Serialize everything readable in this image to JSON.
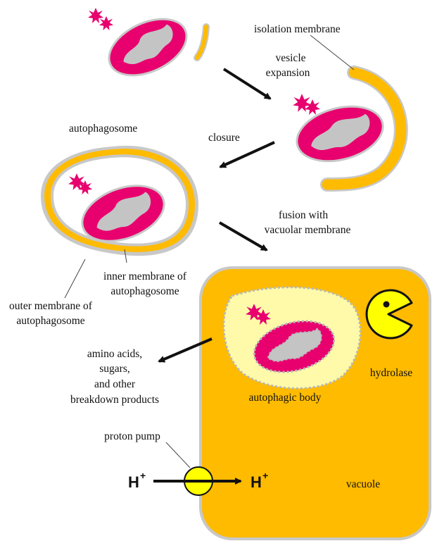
{
  "colors": {
    "membrane_orange": "#ffbb00",
    "membrane_gray": "#c8c8c8",
    "mitochondrion": "#e8006e",
    "mito_inner": "#c4c4c4",
    "vacuole": "#ffbb00",
    "autophagic_body": "#fffaaa",
    "pacman": "#ffff00",
    "proton_pump": "#ffff00",
    "arrow": "#111111"
  },
  "icons": {
    "cargo_particle": "star-burst-icon",
    "organelle": "mitochondrion-icon",
    "hydrolase": "pacman-icon",
    "proton_pump": "circle-pump-icon"
  },
  "labels": {
    "isolation_membrane": "isolation membrane",
    "vesicle_expansion": [
      "vesicle",
      "expansion"
    ],
    "autophagosome": "autophagosome",
    "closure": "closure",
    "fusion": [
      "fusion with",
      "vacuolar membrane"
    ],
    "inner_membrane": [
      "inner membrane of",
      "autophagosome"
    ],
    "outer_membrane": [
      "outer membrane of",
      "autophagosome"
    ],
    "products": [
      "amino acids,",
      "sugars,",
      "and other",
      "breakdown products"
    ],
    "hydrolase": "hydrolase",
    "autophagic_body": "autophagic body",
    "proton_pump": "proton pump",
    "vacuole": "vacuole",
    "h_plus_left": "H",
    "h_plus_right": "H",
    "plus_sign": "+"
  }
}
